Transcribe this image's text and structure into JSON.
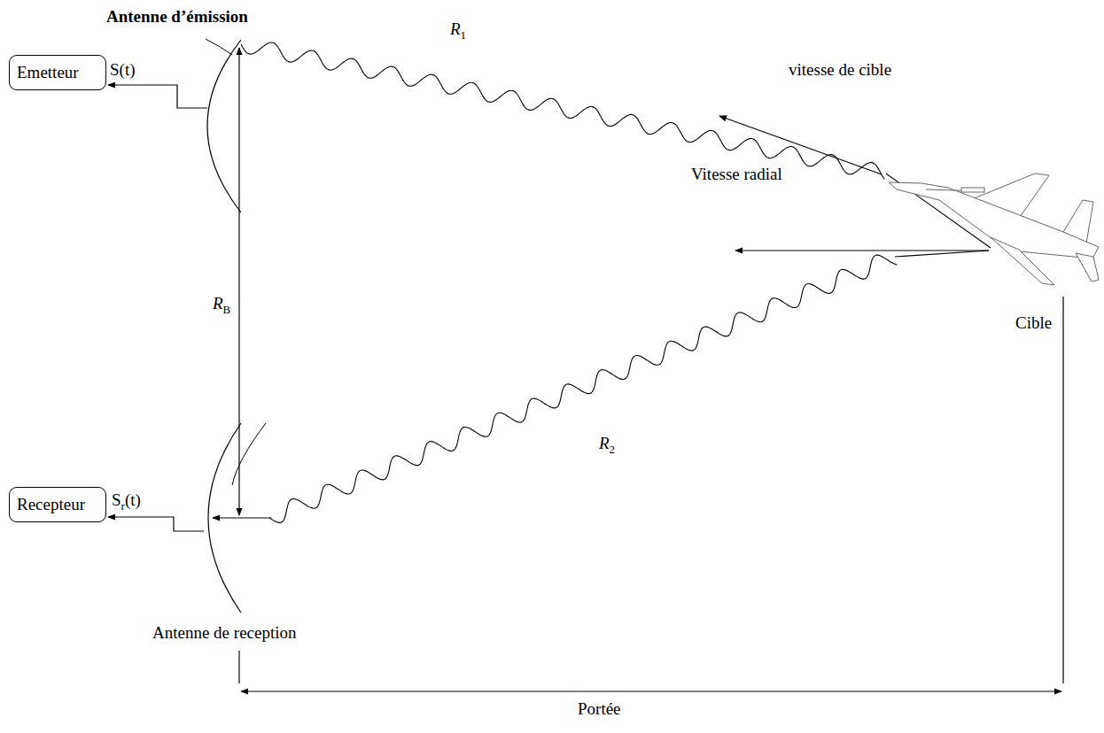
{
  "diagram": {
    "nodes": [
      {
        "text": [
          "Emetteur"
        ]
      },
      {
        "text": [
          "Recepteur"
        ]
      }
    ],
    "labels": [
      "Antenne d’émission",
      "S(t)",
      "R1",
      "vitesse de cible",
      "Vitesse radial",
      "RB",
      "Cible",
      "Sr(t)",
      "R2",
      "Antenne de reception",
      "Portée"
    ]
  }
}
